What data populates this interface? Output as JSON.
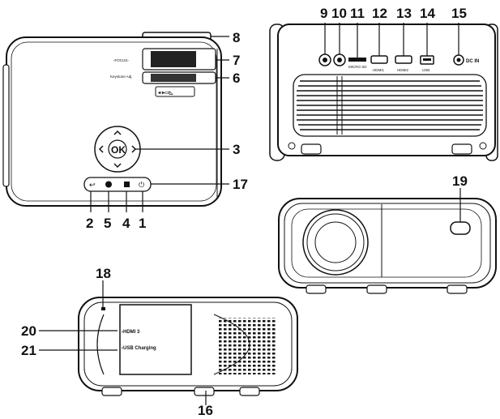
{
  "views": {
    "top": {
      "focus_label": "‹FOCUS›",
      "keystone_label": "Keystone Adj.",
      "ok_label": "OK",
      "slider_icons": "◂◦▸▭◺"
    },
    "rear": {
      "port_labels": {
        "micro_sd": "MICRO SD",
        "hdmi1": "HDMI1",
        "hdmi2": "HDMI2",
        "usb": "USB",
        "dc_in": "DC IN"
      }
    },
    "side": {
      "hdmi3_label": "‹HDMI 3",
      "usb_charging_label": "‹USB Charging"
    }
  },
  "callouts": [
    "1",
    "2",
    "3",
    "4",
    "5",
    "6",
    "7",
    "8",
    "9",
    "10",
    "11",
    "12",
    "13",
    "14",
    "15",
    "16",
    "17",
    "18",
    "19",
    "20",
    "21"
  ]
}
